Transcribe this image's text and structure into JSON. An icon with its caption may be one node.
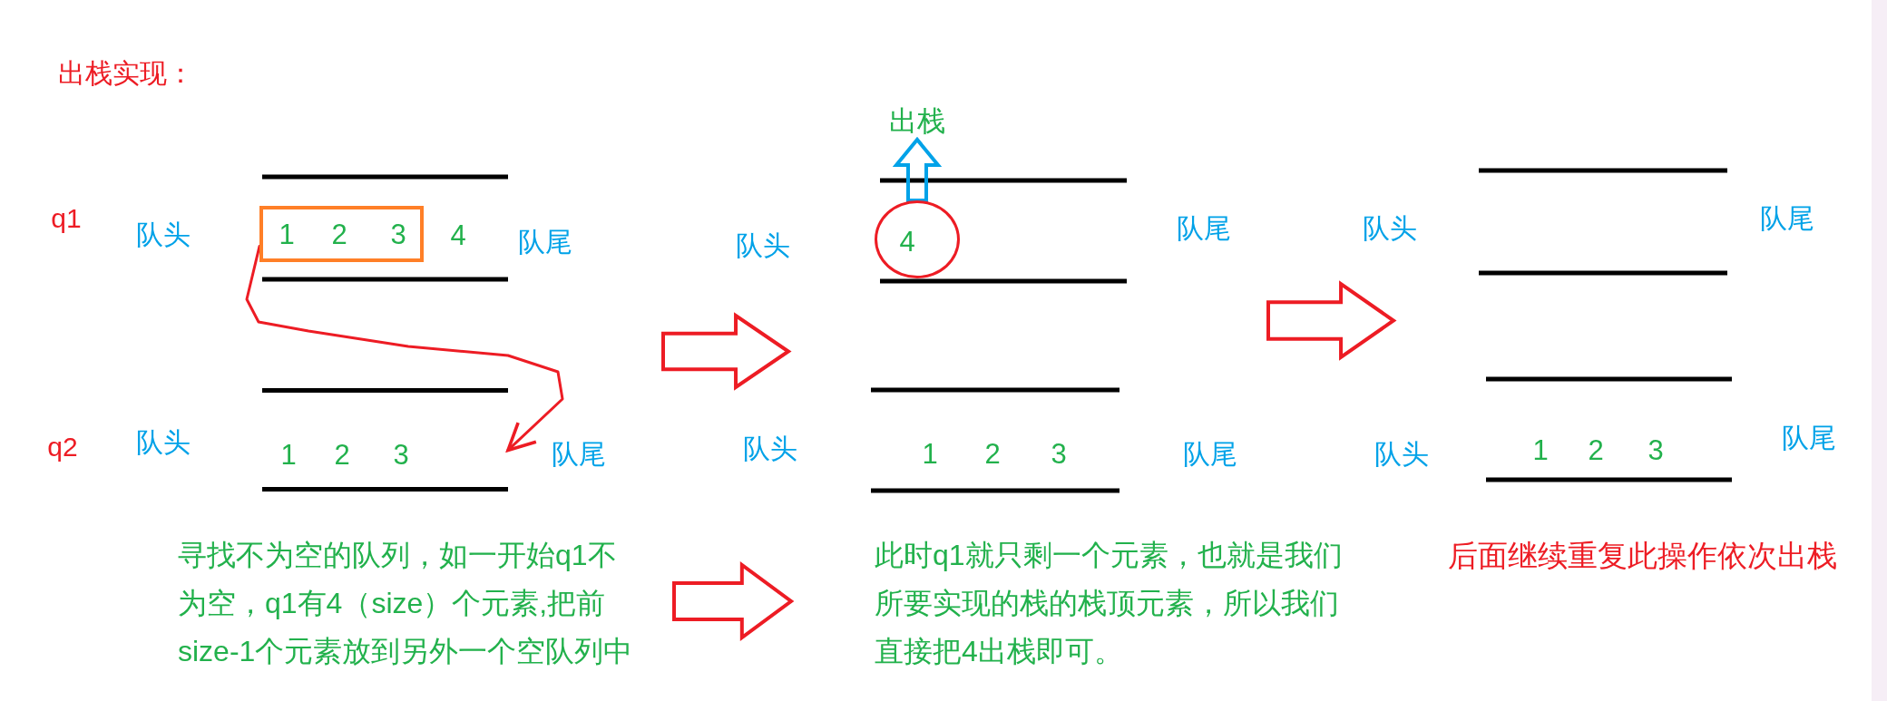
{
  "diagram": {
    "nodes": [
      {
        "text": [
          "1",
          "2",
          "3"
        ]
      },
      {
        "text": [
          "1",
          "2",
          "3"
        ]
      },
      {
        "text": [
          "4"
        ]
      },
      {
        "text": [
          "出栈"
        ]
      }
    ],
    "edges": [
      {
        "from": 0,
        "to": 1,
        "arrow": "to",
        "color": "#ed1c24"
      },
      {
        "from": 2,
        "to": 3,
        "arrow": "to",
        "style": "thick",
        "color": "#00a2e8"
      }
    ],
    "labels": [
      "出栈实现：",
      "q1",
      "队头",
      "4",
      "队尾",
      "队头",
      "队尾",
      "队头",
      "队尾",
      "q2",
      "队头",
      "队尾",
      "队头",
      "1",
      "2",
      "3",
      "队尾",
      "队头",
      "1",
      "2",
      "3",
      "队尾",
      "寻找不为空的队列，如一开始q1不为空，q1有4（size）个元素,把前size-1个元素放到另外一个空队列中",
      "此时q1就只剩一个元素，也就是我们所要实现的栈的栈顶元素，所以我们直接把4出栈即可。",
      "后面继续重复此操作依次出栈"
    ]
  }
}
